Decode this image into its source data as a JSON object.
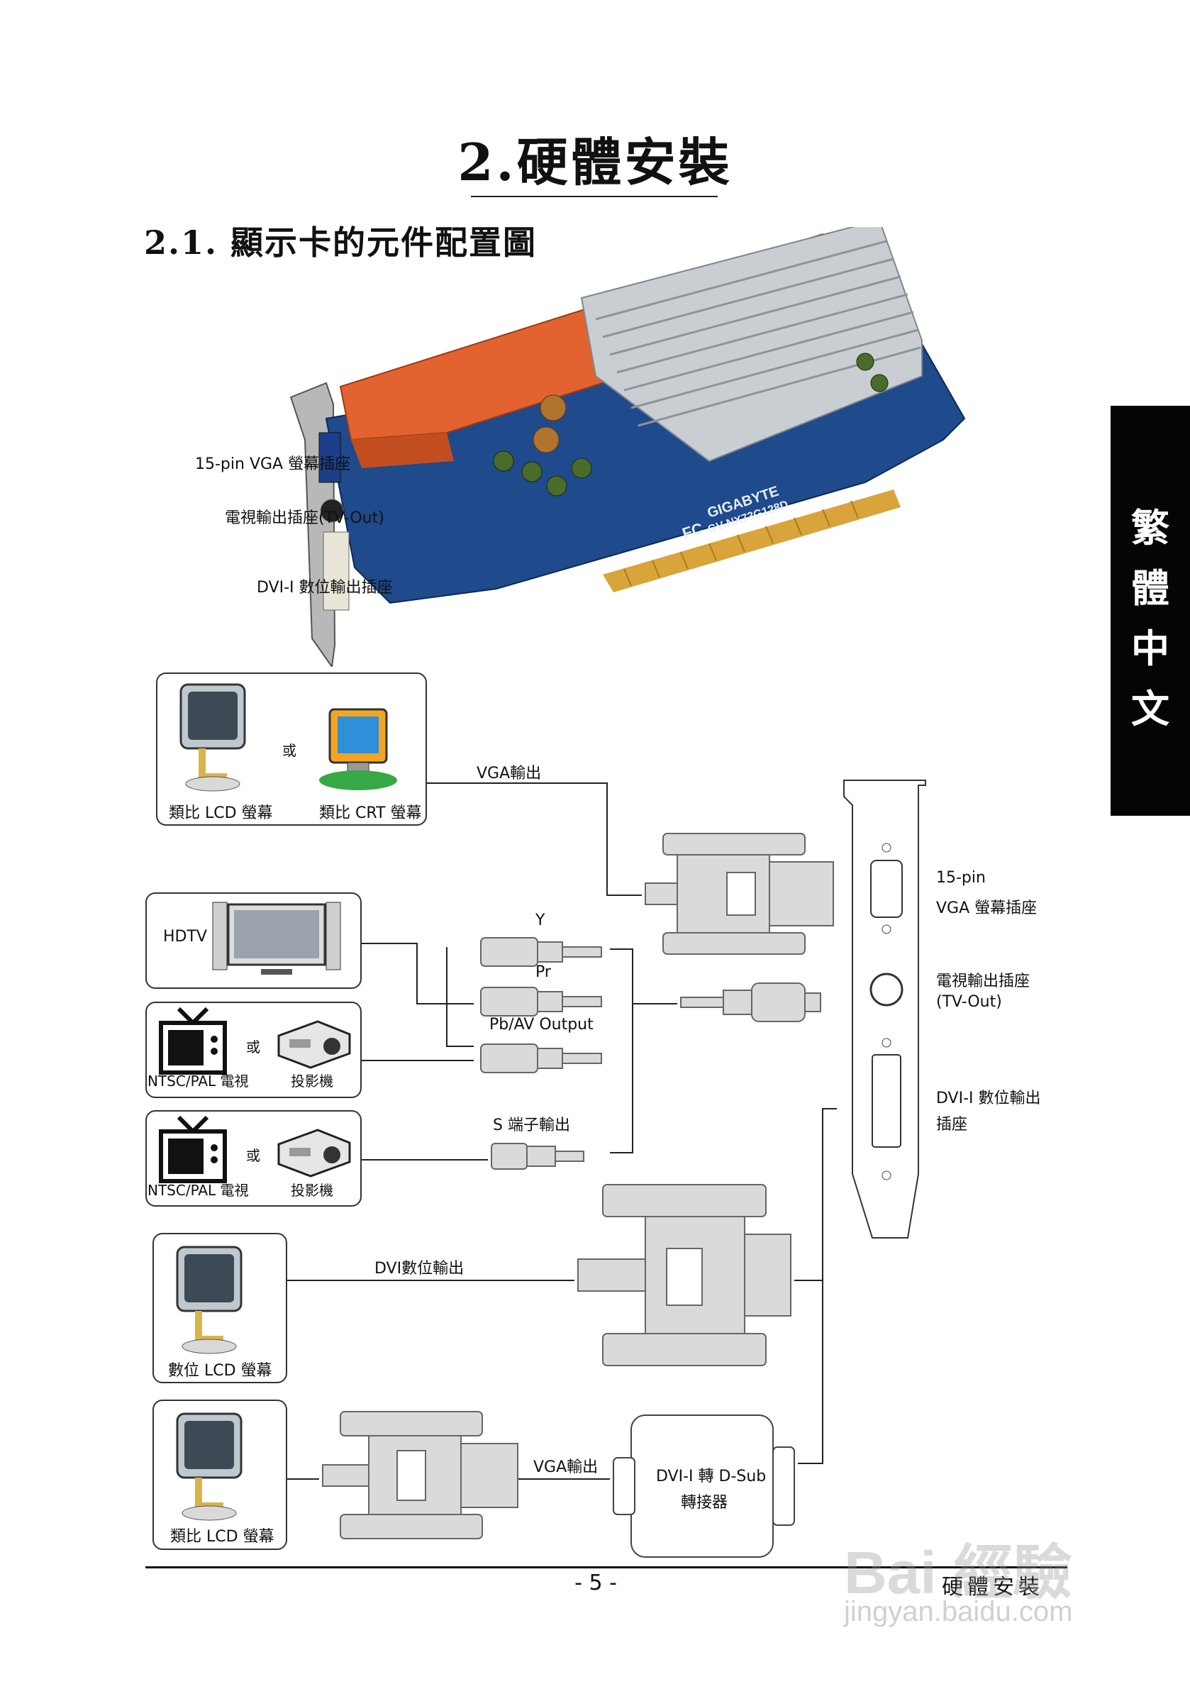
{
  "page": {
    "title": "2.硬體安裝",
    "section": "2.1. 顯示卡的元件配置圖",
    "side_tab": [
      "繁",
      "體",
      "中",
      "文"
    ],
    "page_number": "- 5 -",
    "footer_text": "硬體安裝"
  },
  "card_callouts": {
    "vga": "15-pin VGA 螢幕插座",
    "tvout": "電視輸出插座(TV-Out)",
    "dvi": "DVI-I 數位輸出插座"
  },
  "card_print": {
    "brand": "GIGABYTE",
    "model": "GV-NX73G128D",
    "fc": "FC"
  },
  "diagram": {
    "box1": {
      "left": "類比 LCD 螢幕",
      "or": "或",
      "right": "類比 CRT 螢幕"
    },
    "vga_output": "VGA輸出",
    "hdtv": "HDTV",
    "box3": {
      "left": "NTSC/PAL 電視",
      "or": "或",
      "right": "投影機"
    },
    "box4": {
      "left": "NTSC/PAL 電視",
      "or": "或",
      "right": "投影機"
    },
    "y": "Y",
    "pr": "Pr",
    "pbav": "Pb/AV Output",
    "s_output": "S 端子輸出",
    "dvi_output": "DVI數位輸出",
    "digital_lcd": "數位 LCD 螢幕",
    "analog_lcd": "類比 LCD 螢幕",
    "vga_output2": "VGA輸出",
    "adapter_line1": "DVI-I 轉 D-Sub",
    "adapter_line2": "轉接器",
    "bracket_vga_line1": "15-pin",
    "bracket_vga_line2": "VGA 螢幕插座",
    "bracket_tv_line1": "電視輸出插座",
    "bracket_tv_line2": "(TV-Out)",
    "bracket_dvi_line1": "DVI-I 數位輸出",
    "bracket_dvi_line2": "插座"
  },
  "watermark": {
    "logo": "Bai 經驗",
    "url": "jingyan.baidu.com"
  },
  "colors": {
    "heatsink_orange": "#e2632f",
    "pcb_blue": "#1f4a8c",
    "heatsink_silver": "#c9ced3",
    "gold": "#d9a43a"
  },
  "icons": [
    "lcd-monitor-icon",
    "crt-monitor-icon",
    "hdtv-icon",
    "tv-icon",
    "projector-icon",
    "vga-plug-icon",
    "component-plug-icon",
    "svideo-plug-icon",
    "dvi-plug-icon",
    "dvi-vga-adapter-icon",
    "bracket-icon"
  ]
}
